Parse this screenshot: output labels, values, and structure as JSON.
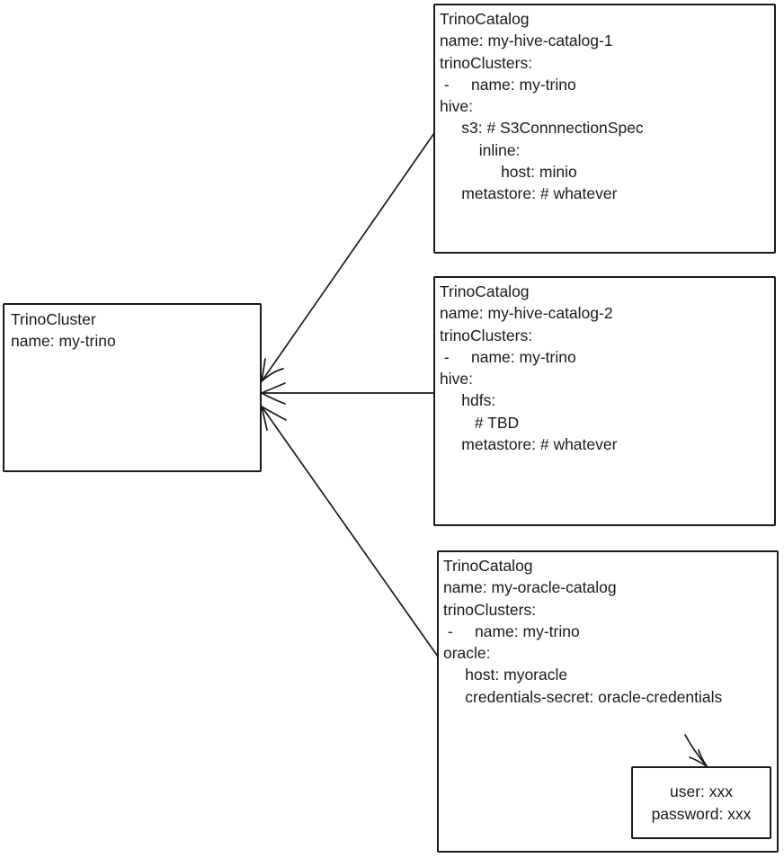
{
  "colors": {
    "ink": "#1a1a1a",
    "background": "#ffffff"
  },
  "cluster_box": {
    "lines": [
      "TrinoCluster",
      "name: my-trino"
    ]
  },
  "catalog_boxes": [
    {
      "lines": [
        "TrinoCatalog",
        "name: my-hive-catalog-1",
        "trinoClusters:",
        " -     name: my-trino",
        "hive:",
        "     s3: # S3ConnnectionSpec",
        "         inline:",
        "              host: minio",
        "     metastore: # whatever"
      ]
    },
    {
      "lines": [
        "TrinoCatalog",
        "name: my-hive-catalog-2",
        "trinoClusters:",
        " -     name: my-trino",
        "hive:",
        "     hdfs:",
        "        # TBD",
        "     metastore: # whatever"
      ]
    },
    {
      "lines": [
        "TrinoCatalog",
        "name: my-oracle-catalog",
        "trinoClusters:",
        " -     name: my-trino",
        "oracle:",
        "     host: myoracle",
        "     credentials-secret: oracle-credentials"
      ]
    }
  ],
  "secret_box": {
    "lines": [
      "user: xxx",
      "password: xxx"
    ]
  }
}
